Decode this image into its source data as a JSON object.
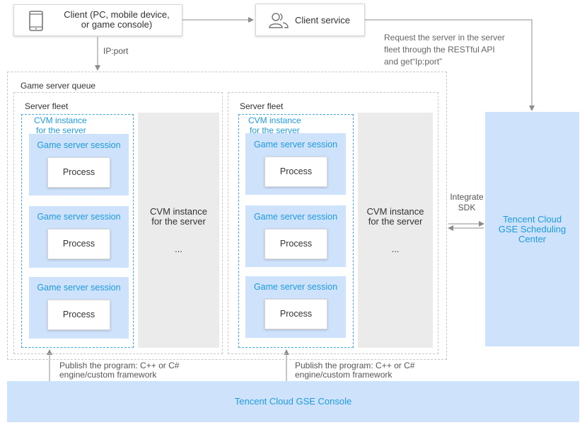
{
  "client": {
    "label_line1": "Client (PC, mobile device,",
    "label_line2": "or game console)"
  },
  "client_service": {
    "label": "Client service"
  },
  "ip_port": "IP:port",
  "request_note": {
    "line1": "Request the server in the server",
    "line2": "fleet through the RESTful API",
    "line3": "and get“Ip:port”"
  },
  "queue": {
    "label": "Game server queue"
  },
  "fleets": [
    {
      "label": "Server fleet",
      "cvm_line1": "CVM instance",
      "cvm_line2": "for the server",
      "sessions": [
        {
          "title": "Game server session",
          "process": "Process"
        },
        {
          "title": "Game server session",
          "process": "Process"
        },
        {
          "title": "Game server session",
          "process": "Process"
        }
      ],
      "gray_line1": "CVM instance",
      "gray_line2": "for the server",
      "gray_ellipsis": "..."
    },
    {
      "label": "Server fleet",
      "cvm_line1": "CVM instance",
      "cvm_line2": "for the server",
      "sessions": [
        {
          "title": "Game server session",
          "process": "Process"
        },
        {
          "title": "Game server session",
          "process": "Process"
        },
        {
          "title": "Game server session",
          "process": "Process"
        }
      ],
      "gray_line1": "CVM instance",
      "gray_line2": "for the server",
      "gray_ellipsis": "..."
    }
  ],
  "integrate_sdk": {
    "line1": "Integrate",
    "line2": "SDK"
  },
  "scheduling": {
    "line1": "Tencent Cloud",
    "line2": "GSE Scheduling",
    "line3": "Center"
  },
  "publish": [
    {
      "line1": "Publish the program: C++ or C#",
      "line2": "engine/custom framework"
    },
    {
      "line1": "Publish the program: C++ or C#",
      "line2": "engine/custom framework"
    }
  ],
  "console": {
    "label": "Tencent Cloud GSE Console"
  },
  "colors": {
    "accent_blue": "#1e9be0",
    "light_blue": "#cfe2fb",
    "arrow_gray": "#8c8c8c"
  },
  "icons": {
    "client": "tablet-icon",
    "client_service": "users-icon"
  }
}
